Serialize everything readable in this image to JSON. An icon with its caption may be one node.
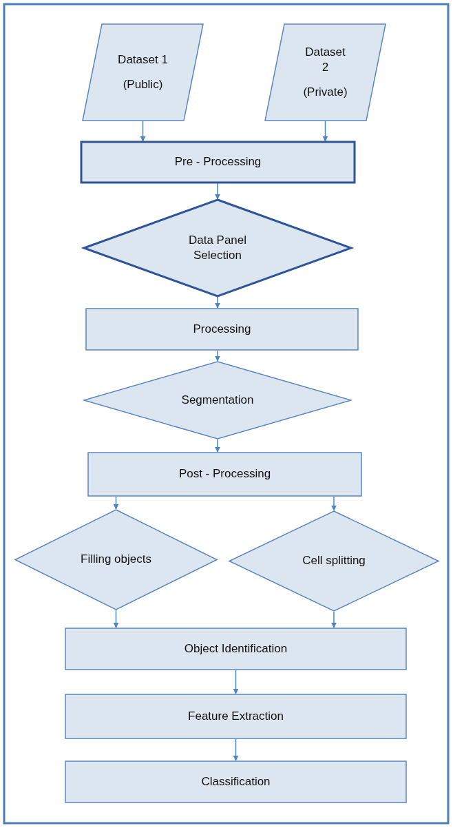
{
  "diagram": {
    "nodes": [
      {
        "text": [
          "Dataset 1",
          "(Public)"
        ]
      },
      {
        "text": [
          "Dataset 2",
          "(Private)"
        ]
      },
      {
        "text": [
          "Pre - Processing"
        ]
      },
      {
        "text": [
          "Data Panel Selection"
        ]
      },
      {
        "text": [
          "Processing"
        ]
      },
      {
        "text": [
          "Segmentation"
        ]
      },
      {
        "text": [
          "Post - Processing"
        ]
      },
      {
        "text": [
          "Filling objects"
        ]
      },
      {
        "text": [
          "Cell splitting"
        ]
      },
      {
        "text": [
          "Object Identification"
        ]
      },
      {
        "text": [
          "Feature Extraction"
        ]
      },
      {
        "text": [
          "Classification"
        ]
      }
    ],
    "edges": [
      {
        "from": 0,
        "to": 2,
        "arrow": "to"
      },
      {
        "from": 1,
        "to": 2,
        "arrow": "to"
      },
      {
        "from": 2,
        "to": 3,
        "arrow": "to"
      },
      {
        "from": 3,
        "to": 4,
        "arrow": "to"
      },
      {
        "from": 4,
        "to": 5,
        "arrow": "to"
      },
      {
        "from": 5,
        "to": 6,
        "arrow": "to"
      },
      {
        "from": 6,
        "to": 7,
        "arrow": "to"
      },
      {
        "from": 6,
        "to": 8,
        "arrow": "to"
      },
      {
        "from": 7,
        "to": 9,
        "arrow": "to"
      },
      {
        "from": 8,
        "to": 9,
        "arrow": "to"
      },
      {
        "from": 9,
        "to": 10,
        "arrow": "to"
      },
      {
        "from": 10,
        "to": 11,
        "arrow": "to"
      }
    ]
  }
}
